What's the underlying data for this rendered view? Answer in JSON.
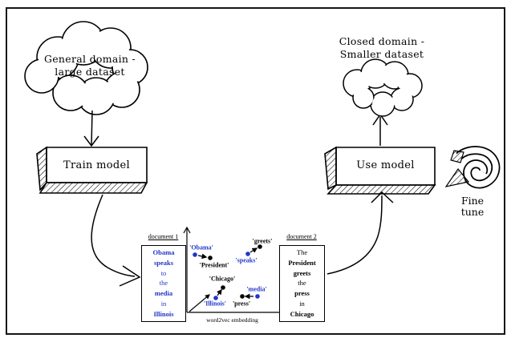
{
  "colors": {
    "accent_blue": "#2136c8",
    "ink": "#000000"
  },
  "icons": {
    "fine_tune": "circular-arrow-loop"
  },
  "clouds": {
    "left": {
      "line1": "General domain -",
      "line2": "large dataset"
    },
    "right_caption": {
      "line1": "Closed domain -",
      "line2": "Smaller dataset"
    }
  },
  "boxes": {
    "train": "Train model",
    "use": "Use model"
  },
  "fine_tune": {
    "line1": "Fine",
    "line2": "tune"
  },
  "documents": {
    "doc1": {
      "title": "document 1",
      "words": [
        {
          "text": "Obama",
          "bold": true
        },
        {
          "text": "speaks",
          "bold": true
        },
        {
          "text": "to",
          "bold": false
        },
        {
          "text": "the",
          "bold": false
        },
        {
          "text": "media",
          "bold": true
        },
        {
          "text": "in",
          "bold": false
        },
        {
          "text": "Illinois",
          "bold": true
        }
      ]
    },
    "doc2": {
      "title": "document 2",
      "words": [
        {
          "text": "The",
          "bold": false
        },
        {
          "text": "President",
          "bold": true
        },
        {
          "text": "greets",
          "bold": true
        },
        {
          "text": "the",
          "bold": false
        },
        {
          "text": "press",
          "bold": true
        },
        {
          "text": "in",
          "bold": false
        },
        {
          "text": "Chicago",
          "bold": true
        }
      ]
    }
  },
  "embedding_plot": {
    "axis_label": "word2vec embedding",
    "words": [
      {
        "label": "'Obama'",
        "color": "blue"
      },
      {
        "label": "'President'",
        "color": "black"
      },
      {
        "label": "'speaks'",
        "color": "blue"
      },
      {
        "label": "'greets'",
        "color": "black"
      },
      {
        "label": "'Chicago'",
        "color": "black"
      },
      {
        "label": "'Illinois'",
        "color": "blue"
      },
      {
        "label": "'media'",
        "color": "blue"
      },
      {
        "label": "'press'",
        "color": "black"
      }
    ],
    "mappings": [
      {
        "from": "'Obama'",
        "to": "'President'"
      },
      {
        "from": "'speaks'",
        "to": "'greets'"
      },
      {
        "from": "'Illinois'",
        "to": "'Chicago'"
      },
      {
        "from": "'media'",
        "to": "'press'"
      }
    ]
  }
}
